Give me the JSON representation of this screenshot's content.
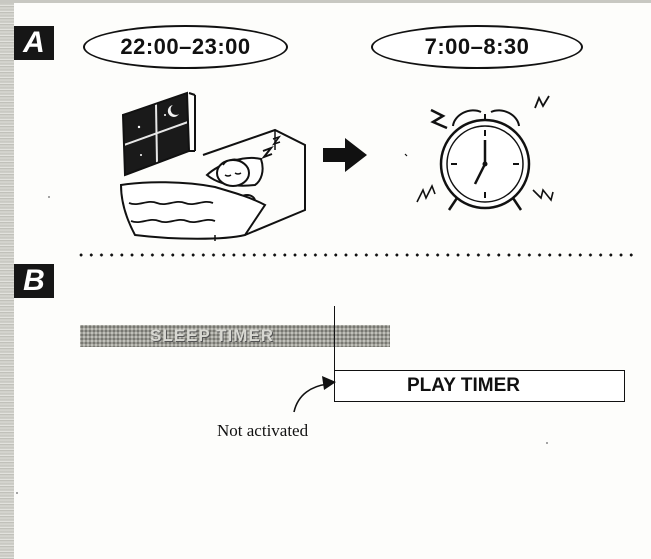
{
  "sections": {
    "a_label": "A",
    "b_label": "B"
  },
  "section_a": {
    "sleep_time": "22:00–23:00",
    "wake_time": "7:00–8:30"
  },
  "section_b": {
    "sleep_timer_label": "SLEEP TIMER",
    "play_timer_label": "PLAY TIMER",
    "note": "Not activated"
  },
  "colors": {
    "ink": "#111111",
    "badge_bg": "#161616",
    "sleep_bar_fill": "#9c9c95",
    "paper": "#fdfdfb"
  },
  "icons": [
    "sleeping-person-icon",
    "moon-icon",
    "window-icon",
    "right-arrow-icon",
    "alarm-clock-icon",
    "pointer-arrow-icon"
  ]
}
